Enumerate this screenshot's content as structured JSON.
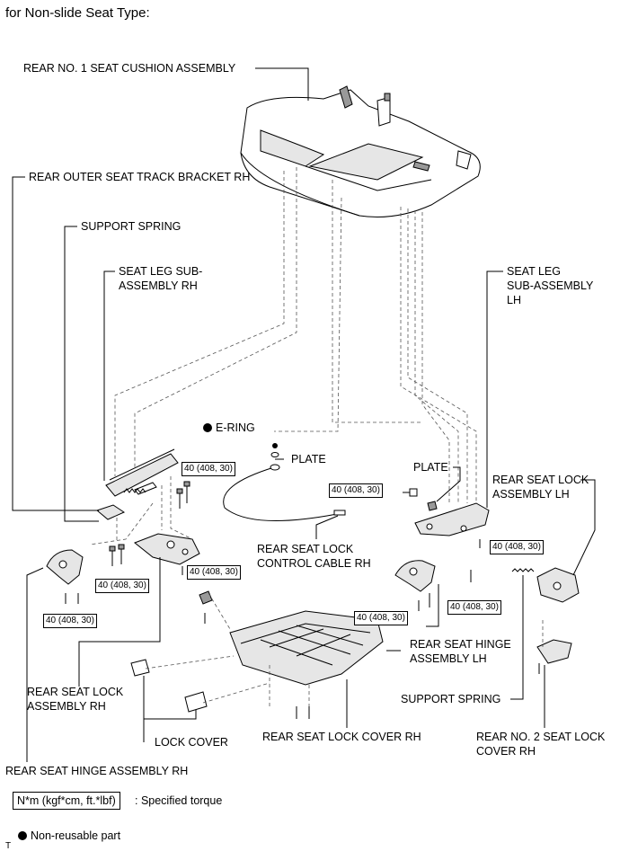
{
  "title": "for Non-slide Seat Type:",
  "labels": {
    "cushion": "REAR NO. 1 SEAT CUSHION ASSEMBLY",
    "outer_bracket": "REAR OUTER SEAT TRACK BRACKET RH",
    "support_spring_top": "SUPPORT SPRING",
    "seat_leg_rh": "SEAT LEG SUB-\nASSEMBLY RH",
    "seat_leg_lh": "SEAT LEG\nSUB-ASSEMBLY\nLH",
    "e_ring": "E-RING",
    "plate_center": "PLATE",
    "plate_right": "PLATE",
    "lock_lh": "REAR SEAT LOCK\nASSEMBLY LH",
    "control_cable": "REAR SEAT LOCK\nCONTROL CABLE RH",
    "hinge_lh": "REAR SEAT HINGE\nASSEMBLY LH",
    "support_spring_bottom": "SUPPORT SPRING",
    "lock_rh": "REAR SEAT LOCK\nASSEMBLY RH",
    "lock_cover": "LOCK COVER",
    "lock_cover_rh": "REAR SEAT LOCK COVER RH",
    "no2_lock_cover": "REAR NO. 2 SEAT LOCK\nCOVER RH",
    "hinge_rh": "REAR SEAT HINGE ASSEMBLY RH"
  },
  "torque": {
    "t1": "40 (408, 30)",
    "t2": "40 (408, 30)",
    "t3": "40 (408, 30)",
    "t4": "40 (408, 30)",
    "t5": "40 (408, 30)",
    "t6": "40 (408, 30)",
    "t7": "40 (408, 30)",
    "t8": "40 (408, 30)"
  },
  "legend": {
    "torque_unit": "N*m (kgf*cm, ft.*lbf)",
    "torque_desc": ": Specified torque",
    "non_reusable": "Non-reusable part"
  },
  "corner_mark": "T"
}
